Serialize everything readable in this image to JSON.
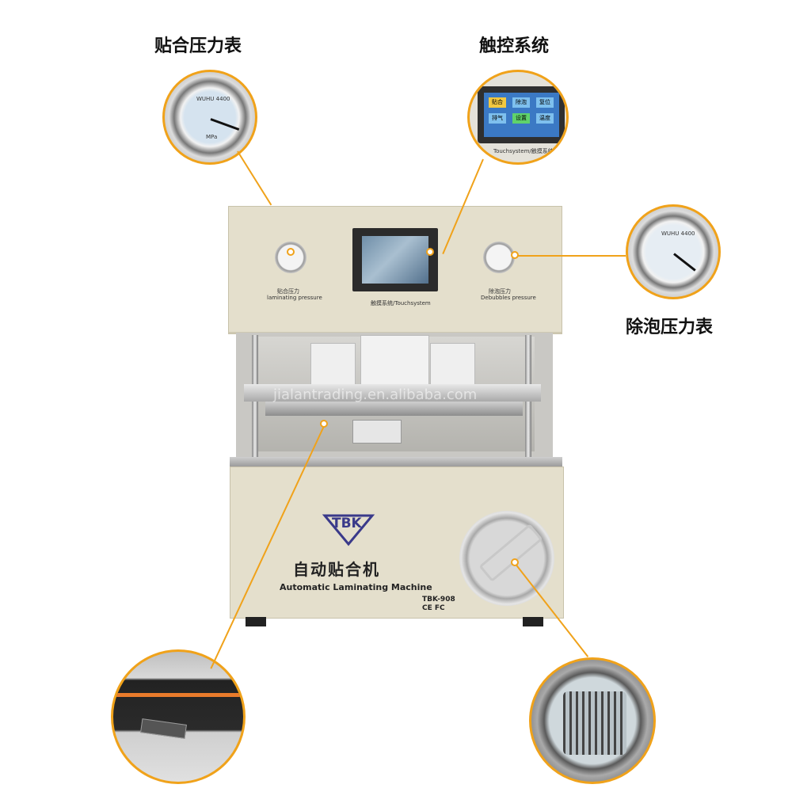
{
  "callouts": {
    "laminating_gauge": "贴合压力表",
    "touch_system": "触控系统",
    "debubble_gauge": "除泡压力表"
  },
  "machine": {
    "laminating_label_cn": "贴合压力",
    "laminating_label_en": "laminating pressure",
    "touch_label": "触摸系统/Touchsystem",
    "debubble_label_cn": "除泡压力",
    "debubble_label_en": "Debubbles pressure",
    "brand": "TBK",
    "name_cn": "自动贴合机",
    "name_en": "Automatic Laminating Machine",
    "model": "TBK-908",
    "certs": "CE FC",
    "watermark": "jialantrading.en.alibaba.com"
  },
  "touch_screen": {
    "caption": "Touchsystem/触摸系统",
    "buttons": [
      "贴合",
      "除泡",
      "复位",
      "排气",
      "设置",
      "温度"
    ]
  },
  "gauge": {
    "brand": "WUHU 4400",
    "unit": "MPa"
  },
  "colors": {
    "accent": "#f0a21a",
    "machine_body": "#e2ddc9",
    "screen": "#3b79c4"
  }
}
